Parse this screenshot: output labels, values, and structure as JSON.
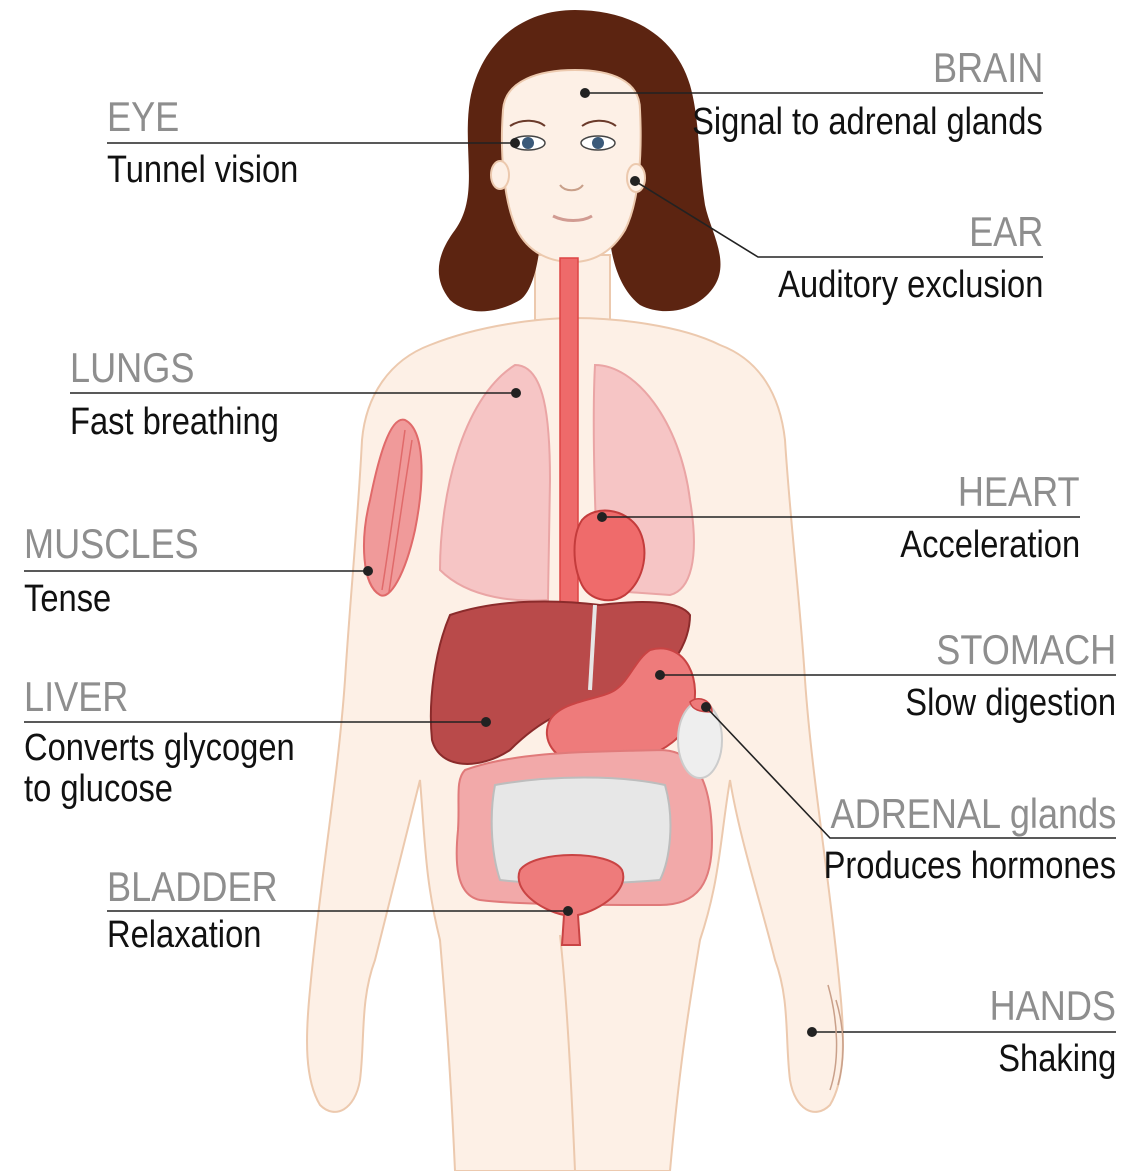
{
  "labels": {
    "brain": {
      "title": "BRAIN",
      "desc": "Signal to adrenal glands"
    },
    "eye": {
      "title": "EYE",
      "desc": "Tunnel vision"
    },
    "ear": {
      "title": "EAR",
      "desc": "Auditory exclusion"
    },
    "lungs": {
      "title": "LUNGS",
      "desc": "Fast breathing"
    },
    "heart": {
      "title": "HEART",
      "desc": "Acceleration"
    },
    "muscles": {
      "title": "MUSCLES",
      "desc": "Tense"
    },
    "stomach": {
      "title": "STOMACH",
      "desc": "Slow digestion"
    },
    "liver": {
      "title": "LIVER",
      "desc1": "Converts glycogen",
      "desc2": "to glucose"
    },
    "adrenal": {
      "title": "ADRENAL glands",
      "desc": "Produces hormones"
    },
    "bladder": {
      "title": "BLADDER",
      "desc": "Relaxation"
    },
    "hands": {
      "title": "HANDS",
      "desc": "Shaking"
    }
  },
  "colors": {
    "hair": "#5c2411",
    "skin": "#fdf0e6",
    "skin_outline": "#ecc9ae",
    "lung": "#f6c5c5",
    "liver": "#b94a4a",
    "stomach": "#ee7b7b",
    "intestine": "#f2a9a9",
    "label_title": "#8e8e8e",
    "label_text": "#111111",
    "leader_line": "#222222"
  }
}
